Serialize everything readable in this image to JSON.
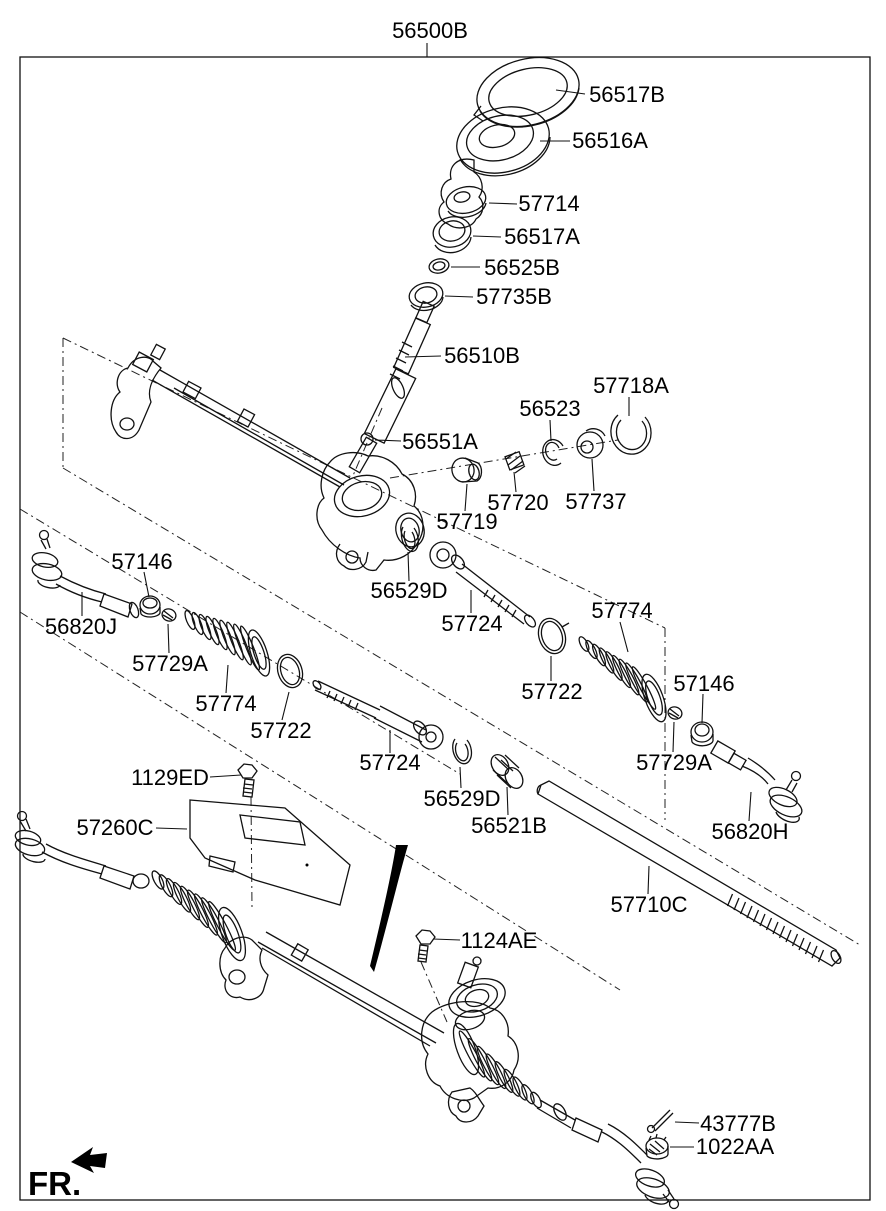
{
  "title": "56500B",
  "fr_label": "FR.",
  "colors": {
    "line": "#000000",
    "background": "#ffffff"
  },
  "labels": [
    {
      "text": "56500B"
    },
    {
      "text": "56517B"
    },
    {
      "text": "56516A"
    },
    {
      "text": "57714"
    },
    {
      "text": "56517A"
    },
    {
      "text": "56525B"
    },
    {
      "text": "57735B"
    },
    {
      "text": "56510B"
    },
    {
      "text": "57718A"
    },
    {
      "text": "56523"
    },
    {
      "text": "56551A"
    },
    {
      "text": "57720"
    },
    {
      "text": "57737"
    },
    {
      "text": "57719"
    },
    {
      "text": "56529D"
    },
    {
      "text": "57724"
    },
    {
      "text": "57774"
    },
    {
      "text": "57722"
    },
    {
      "text": "57146"
    },
    {
      "text": "56820J"
    },
    {
      "text": "57729A"
    },
    {
      "text": "57774"
    },
    {
      "text": "57722"
    },
    {
      "text": "57146"
    },
    {
      "text": "57729A"
    },
    {
      "text": "56820H"
    },
    {
      "text": "1129ED"
    },
    {
      "text": "57260C"
    },
    {
      "text": "57724"
    },
    {
      "text": "56529D"
    },
    {
      "text": "56521B"
    },
    {
      "text": "57710C"
    },
    {
      "text": "1124AE"
    },
    {
      "text": "43777B"
    },
    {
      "text": "1022AA"
    },
    {
      "text": "FR."
    }
  ]
}
